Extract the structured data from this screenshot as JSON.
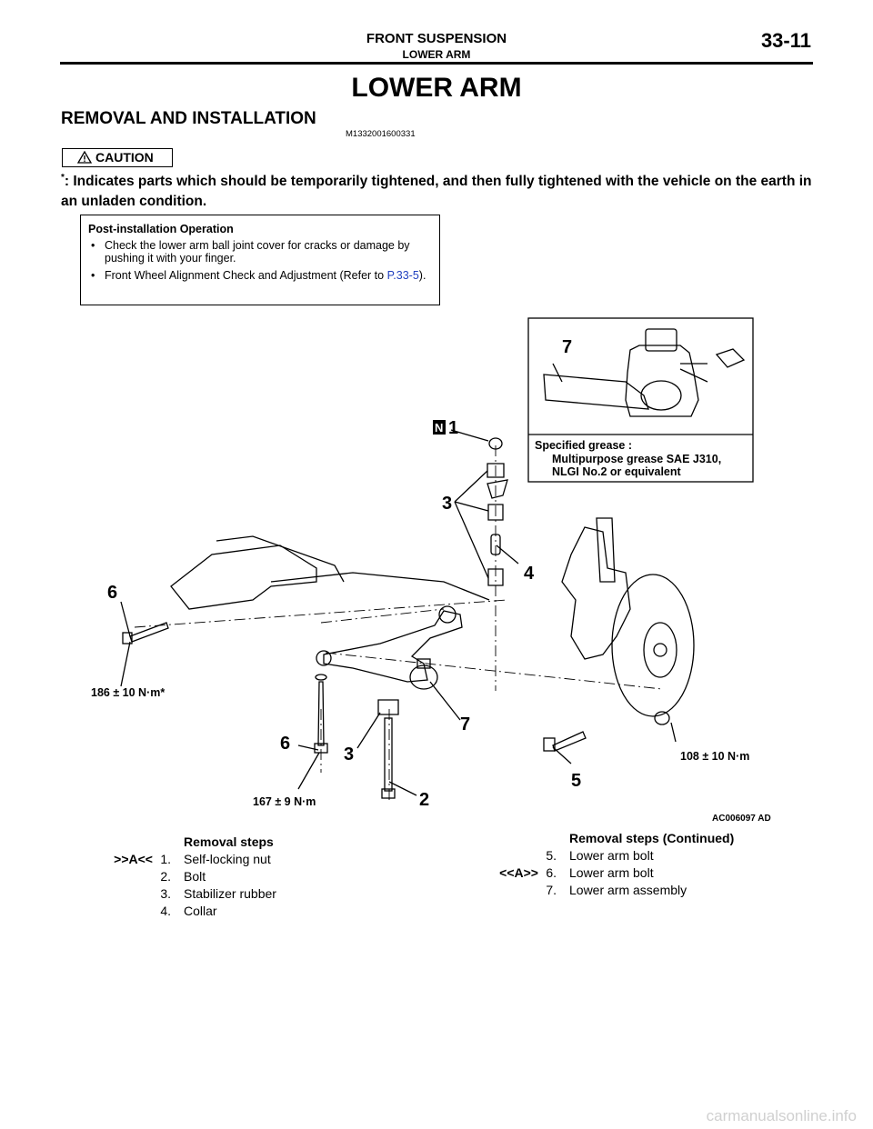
{
  "header": {
    "section": "FRONT SUSPENSION",
    "subsection": "LOWER ARM",
    "page": "33-11"
  },
  "title": "LOWER ARM",
  "section_title": "REMOVAL AND INSTALLATION",
  "section_code": "M1332001600331",
  "caution_label": "CAUTION",
  "caution_star": "*",
  "caution_text": ": Indicates parts which should be temporarily tightened, and then fully tightened with the vehicle on the earth in an unladen condition.",
  "post_installation": {
    "title": "Post-installation Operation",
    "items": [
      {
        "text": "Check the lower arm ball joint cover for cracks or damage by pushing it with your finger."
      },
      {
        "text": "Front Wheel Alignment Check and Adjustment (Refer to ",
        "link": "P.33-5",
        "suffix": ")."
      }
    ]
  },
  "diagram": {
    "inset_callout": "7",
    "grease_label": "Specified grease :",
    "grease_line1": "Multipurpose grease SAE J310,",
    "grease_line2": "NLGI No.2 or equivalent",
    "new_badge": "N",
    "callouts": {
      "c1": "1",
      "c3a": "3",
      "c4": "4",
      "c6a": "6",
      "c7": "7",
      "c6b": "6",
      "c3b": "3",
      "c2": "2",
      "c5": "5"
    },
    "torques": {
      "t186": "186 ± 10 N·m*",
      "t167": "167 ± 9 N·m",
      "t108": "108 ± 10 N·m"
    },
    "figure_code": "AC006097 AD"
  },
  "removal_steps": {
    "heading": "Removal steps",
    "items": [
      {
        "marker": ">>A<<",
        "num": "1.",
        "text": "Self-locking nut"
      },
      {
        "marker": "",
        "num": "2.",
        "text": "Bolt"
      },
      {
        "marker": "",
        "num": "3.",
        "text": "Stabilizer rubber"
      },
      {
        "marker": "",
        "num": "4.",
        "text": "Collar"
      }
    ]
  },
  "removal_steps_cont": {
    "heading": "Removal steps (Continued)",
    "items": [
      {
        "marker": "",
        "num": "5.",
        "text": "Lower arm bolt"
      },
      {
        "marker": "<<A>>",
        "num": "6.",
        "text": "Lower arm bolt"
      },
      {
        "marker": "",
        "num": "7.",
        "text": "Lower arm assembly"
      }
    ]
  },
  "watermark": "carmanualsonline.info"
}
